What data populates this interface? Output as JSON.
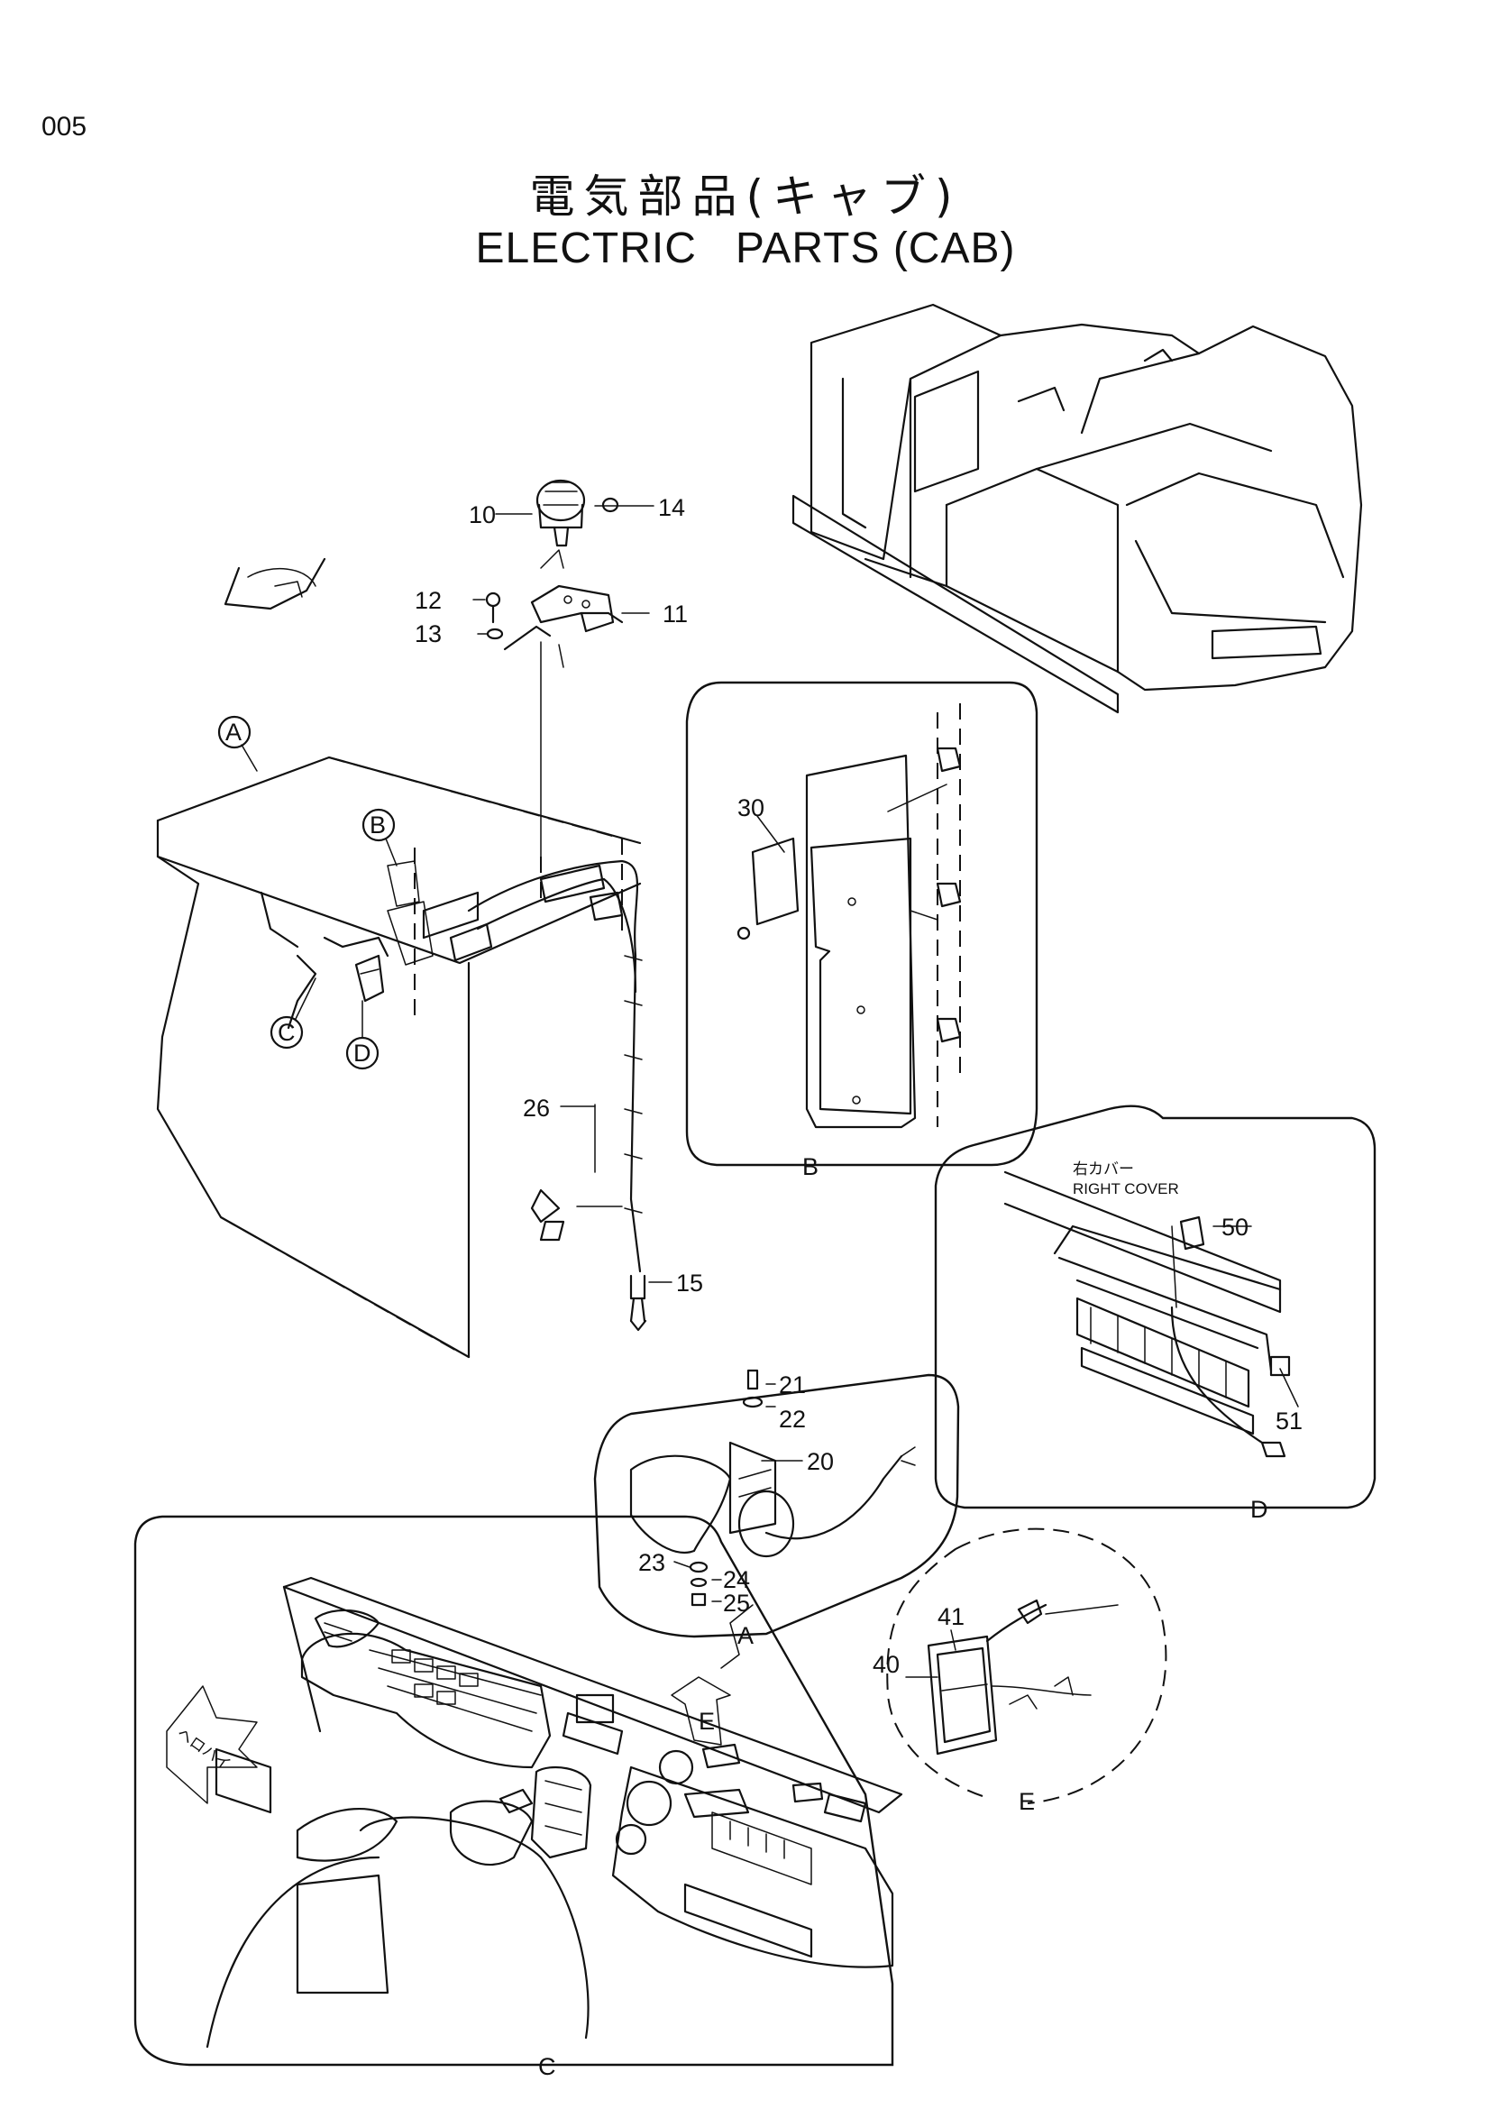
{
  "page": {
    "number": "005",
    "title_ja": "電気部品(キャブ)",
    "title_en": "ELECTRIC   PARTS (CAB)"
  },
  "callouts": {
    "p10": "10",
    "p11": "11",
    "p12": "12",
    "p13": "13",
    "p14": "14",
    "p15": "15",
    "p20": "20",
    "p21": "21",
    "p22": "22",
    "p23": "23",
    "p24": "24",
    "p25": "25",
    "p26": "26",
    "p30": "30",
    "p40": "40",
    "p41": "41",
    "p50": "50",
    "p51": "51"
  },
  "markers": {
    "A": "A",
    "B": "B",
    "C": "C",
    "D": "D",
    "E": "E"
  },
  "detail_labels": {
    "A": "A",
    "B": "B",
    "C": "C",
    "D": "D",
    "E": "E"
  },
  "notes": {
    "right_cover_ja": "右カバー",
    "right_cover_en": "RIGHT COVER",
    "front_ja": "ヘロハイ"
  }
}
